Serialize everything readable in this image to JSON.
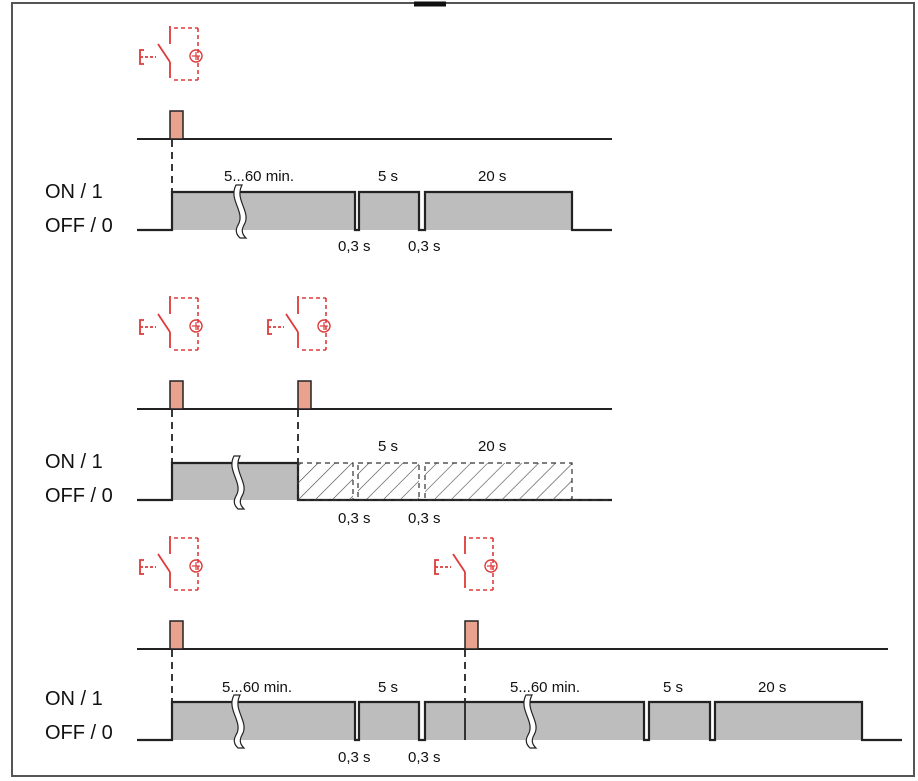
{
  "labels": {
    "on": "ON / 1",
    "off": "OFF / 0",
    "duration_long": "5...60 min.",
    "duration_5s": "5 s",
    "duration_20s": "20 s",
    "pause": "0,3 s"
  },
  "colors": {
    "signal_fill": "#bdbdbd",
    "pulse_fill": "#e9a28e",
    "switch_red": "#dd3b3b",
    "line": "#222222",
    "frame": "#555555"
  },
  "icons": [
    "push-button-switch-icon"
  ]
}
